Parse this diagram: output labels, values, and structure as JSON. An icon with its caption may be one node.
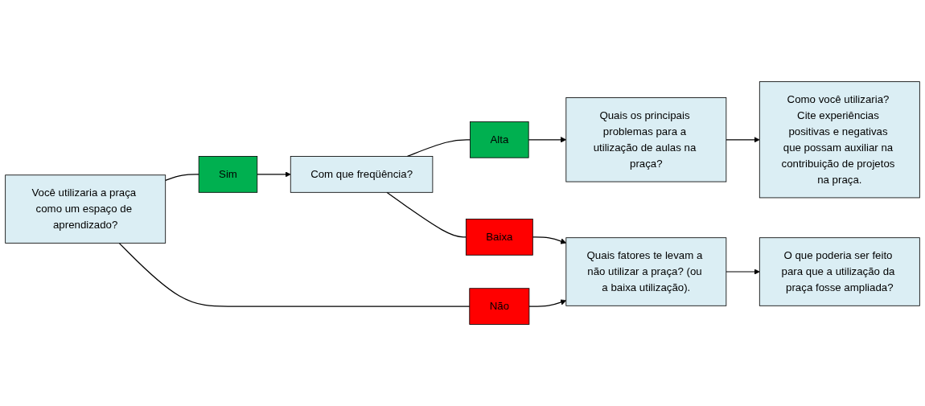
{
  "diagram": {
    "nodes": [
      {
        "text": [
          "Você utilizaria a praça como um espaço de aprendizado?"
        ]
      },
      {
        "text": [
          "Sim"
        ]
      },
      {
        "text": [
          "Não"
        ]
      },
      {
        "text": [
          "Com que freqüência?"
        ]
      },
      {
        "text": [
          "Alta"
        ]
      },
      {
        "text": [
          "Baixa"
        ]
      },
      {
        "text": [
          "Quais os principais problemas para a utilização de aulas na praça?"
        ]
      },
      {
        "text": [
          "Como você utilizaria? Cite experiências positivas e negativas que possam auxiliar na contribuição de projetos na praça."
        ]
      },
      {
        "text": [
          "Quais fatores te levam a não utilizar a praça? (ou a baixa utilização)."
        ]
      },
      {
        "text": [
          "O que poderia ser feito para que a utilização da praça fosse ampliada?"
        ]
      }
    ],
    "edges": [
      {
        "from": 0,
        "to": 1,
        "arrow": "none"
      },
      {
        "from": 1,
        "to": 3,
        "arrow": "to"
      },
      {
        "from": 0,
        "to": 2,
        "arrow": "none"
      },
      {
        "from": 2,
        "to": 8,
        "arrow": "to"
      },
      {
        "from": 3,
        "to": 4,
        "arrow": "none"
      },
      {
        "from": 4,
        "to": 6,
        "arrow": "to"
      },
      {
        "from": 3,
        "to": 5,
        "arrow": "none"
      },
      {
        "from": 5,
        "to": 8,
        "arrow": "to"
      },
      {
        "from": 6,
        "to": 7,
        "arrow": "to"
      },
      {
        "from": 8,
        "to": 9,
        "arrow": "to"
      }
    ]
  }
}
